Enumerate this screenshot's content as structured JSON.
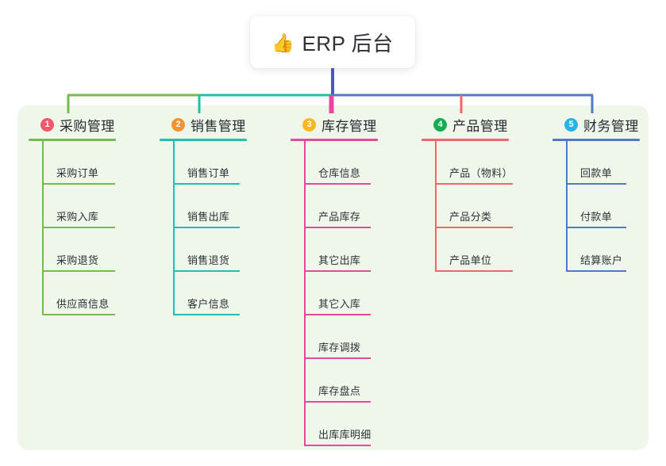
{
  "diagram": {
    "type": "mind-map",
    "root": {
      "icon": "thumbs-up-icon",
      "icon_glyph": "👍",
      "title": "ERP 后台"
    },
    "panel_color": "#eef7ea",
    "root_stem_color": "#4f57bd",
    "branches": [
      {
        "number": "1",
        "title": "采购管理",
        "badge_color": "#f4566b",
        "line_color": "#76bb50",
        "items": [
          {
            "label": "采购订单"
          },
          {
            "label": "采购入库"
          },
          {
            "label": "采购退货"
          },
          {
            "label": "供应商信息"
          }
        ]
      },
      {
        "number": "2",
        "title": "销售管理",
        "badge_color": "#f59332",
        "line_color": "#21bfae",
        "items": [
          {
            "label": "销售订单"
          },
          {
            "label": "销售出库"
          },
          {
            "label": "销售退货"
          },
          {
            "label": "客户信息"
          }
        ]
      },
      {
        "number": "3",
        "title": "库存管理",
        "badge_color": "#f5bb1d",
        "line_color": "#e8489c",
        "items": [
          {
            "label": "仓库信息"
          },
          {
            "label": "产品库存"
          },
          {
            "label": "其它出库"
          },
          {
            "label": "其它入库"
          },
          {
            "label": "库存调拨"
          },
          {
            "label": "库存盘点"
          },
          {
            "label": "出库库明细"
          }
        ]
      },
      {
        "number": "4",
        "title": "产品管理",
        "badge_color": "#14ad52",
        "line_color": "#f4646a",
        "items": [
          {
            "label": "产品（物料）"
          },
          {
            "label": "产品分类"
          },
          {
            "label": "产品单位"
          }
        ]
      },
      {
        "number": "5",
        "title": "财务管理",
        "badge_color": "#28b3e8",
        "line_color": "#5079c6",
        "items": [
          {
            "label": "回款单"
          },
          {
            "label": "付款单"
          },
          {
            "label": "结算账户"
          }
        ]
      }
    ]
  }
}
